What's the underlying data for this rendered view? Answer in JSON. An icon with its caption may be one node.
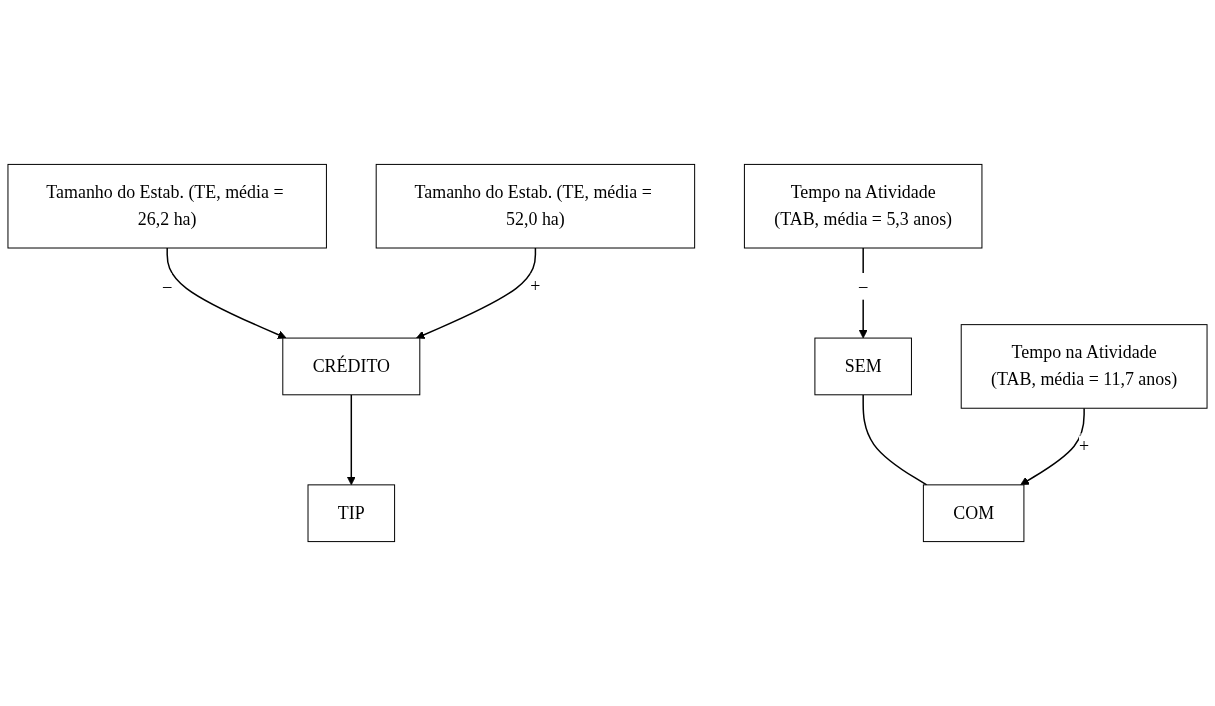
{
  "diagram": {
    "nodes": [
      {
        "text": [
          "CRÉDITO"
        ]
      },
      {
        "text": [
          "SEM"
        ]
      },
      {
        "text": [
          "COM"
        ]
      },
      {
        "text": [
          "Tamanho do Estab. (TE, média = 26,2 ha)"
        ]
      },
      {
        "text": [
          "Tamanho do Estab. (TE, média = 52,0 ha)"
        ]
      },
      {
        "text": [
          "Tempo na Atividade",
          "(TAB, média = 5,3 anos)"
        ]
      },
      {
        "text": [
          "Tempo na Atividade",
          "(TAB, média = 11,7 anos)"
        ]
      },
      {
        "text": [
          "TIP"
        ]
      }
    ],
    "edges": [
      {
        "from": 3,
        "to": 0,
        "arrow": "to",
        "label": "–"
      },
      {
        "from": 4,
        "to": 0,
        "arrow": "to",
        "label": "+"
      },
      {
        "from": 1,
        "to": 2,
        "arrow": "none"
      },
      {
        "from": 5,
        "to": 1,
        "arrow": "to",
        "label": "–"
      },
      {
        "from": 6,
        "to": 2,
        "arrow": "to",
        "label": "+"
      },
      {
        "from": 0,
        "to": 7,
        "arrow": "to"
      }
    ]
  }
}
